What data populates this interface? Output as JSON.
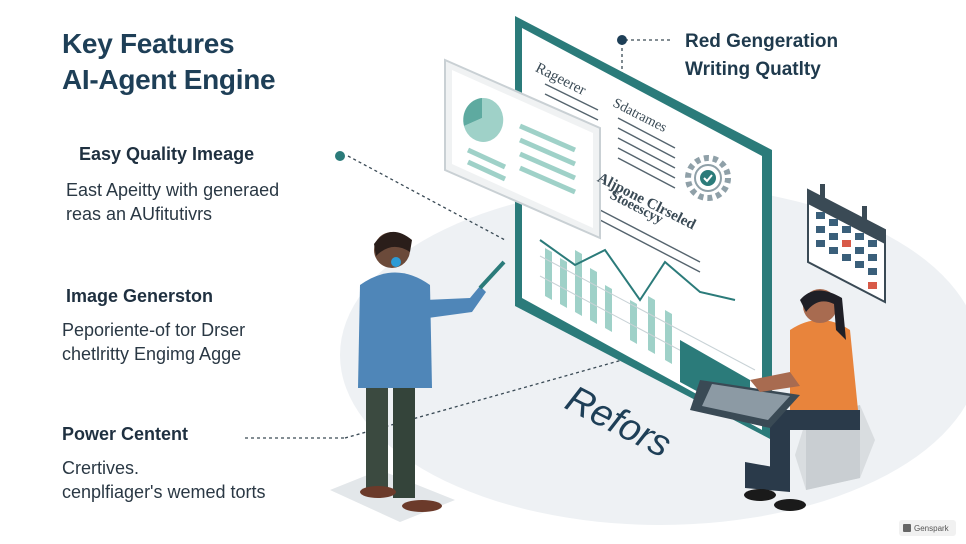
{
  "title": {
    "line1": "Key Features",
    "line2": "AI-Agent Engine"
  },
  "features": [
    {
      "heading": "Easy Quality Imeage",
      "desc_line1": "East Apeitty with generaed",
      "desc_line2": "reas an AUfitutivrs"
    },
    {
      "heading": "Image Generston",
      "desc_line1": "Peporiente-of tor Drser",
      "desc_line2": "chetlritty Engimg Agge"
    },
    {
      "heading": "Power Centent",
      "desc_line1": "Crertives.",
      "desc_line2": "cenplfiager's wemed torts"
    }
  ],
  "callout": {
    "line1": "Red Gengeration",
    "line2": "Writing Quatlty"
  },
  "board": {
    "label1": "Rageerer",
    "label2": "Sdatrames",
    "label3": "Aljpone Clrseled",
    "label4": "Stoeescyy"
  },
  "floor_text": "Refors",
  "watermark": "Genspark",
  "colors": {
    "teal": "#2b7b7a",
    "teal_light": "#9fd1c8",
    "navy": "#1e3f57",
    "orange": "#e8843c",
    "shirt_blue": "#4f86b8",
    "red_cal": "#d85a48"
  }
}
